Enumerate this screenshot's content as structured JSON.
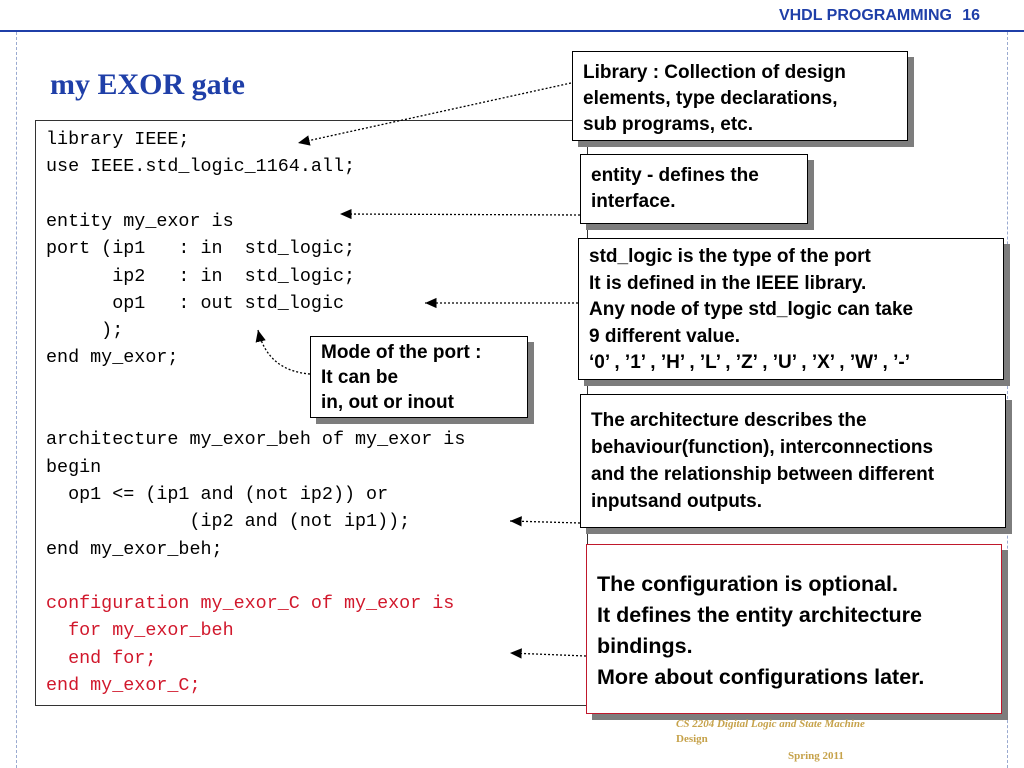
{
  "header": {
    "title": "VHDL PROGRAMMING",
    "page": "16"
  },
  "slide_title": "my EXOR gate",
  "code_lines": [
    {
      "text": "library IEEE;",
      "color": "#000000"
    },
    {
      "text": "use IEEE.std_logic_1164.all;",
      "color": "#000000"
    },
    {
      "text": "",
      "color": "#000000"
    },
    {
      "text": "entity my_exor is",
      "color": "#000000"
    },
    {
      "text": "port (ip1   : in  std_logic;",
      "color": "#000000"
    },
    {
      "text": "      ip2   : in  std_logic;",
      "color": "#000000"
    },
    {
      "text": "      op1   : out std_logic",
      "color": "#000000"
    },
    {
      "text": "     );",
      "color": "#000000"
    },
    {
      "text": "end my_exor;",
      "color": "#000000"
    },
    {
      "text": "",
      "color": "#000000"
    },
    {
      "text": "",
      "color": "#000000"
    },
    {
      "text": "architecture my_exor_beh of my_exor is",
      "color": "#000000"
    },
    {
      "text": "begin",
      "color": "#000000"
    },
    {
      "text": "  op1 <= (ip1 and (not ip2)) or",
      "color": "#000000"
    },
    {
      "text": "             (ip2 and (not ip1));",
      "color": "#000000"
    },
    {
      "text": "end my_exor_beh;",
      "color": "#000000"
    },
    {
      "text": "",
      "color": "#000000"
    },
    {
      "text": "configuration my_exor_C of my_exor is",
      "color": "#d1182c"
    },
    {
      "text": "  for my_exor_beh",
      "color": "#d1182c"
    },
    {
      "text": "  end for;",
      "color": "#d1182c"
    },
    {
      "text": "end my_exor_C;",
      "color": "#d1182c"
    }
  ],
  "callouts": {
    "library": [
      "Library : Collection of design",
      "elements, type declarations,",
      "sub programs, etc."
    ],
    "entity": [
      "entity - defines the",
      "interface."
    ],
    "std_logic": [
      "std_logic is the type of the port",
      "It is defined in the IEEE library.",
      "Any node of type std_logic can take",
      "9 different value.",
      "‘0’ , ’1’ , ’H’ , ’L’ , ’Z’ , ’U’ , ’X’ , ’W’ , ’-’"
    ],
    "mode": [
      "Mode of the port :",
      "It can be",
      "in, out or inout"
    ],
    "architecture": [
      "The architecture describes the",
      "behaviour(function), interconnections",
      "and the relationship between different",
      "inputsand outputs."
    ],
    "configuration": [
      "The configuration is optional.",
      "It defines the entity architecture",
      "bindings.",
      "More about configurations later."
    ]
  },
  "footer": {
    "course_line1": "CS 2204 Digital Logic and State Machine",
    "course_line2": "Design",
    "term": "Spring 2011"
  },
  "colors": {
    "accent": "#1f3fa8",
    "code_red": "#d1182c",
    "config_border": "#c0182c",
    "footer": "#c6a24a"
  }
}
